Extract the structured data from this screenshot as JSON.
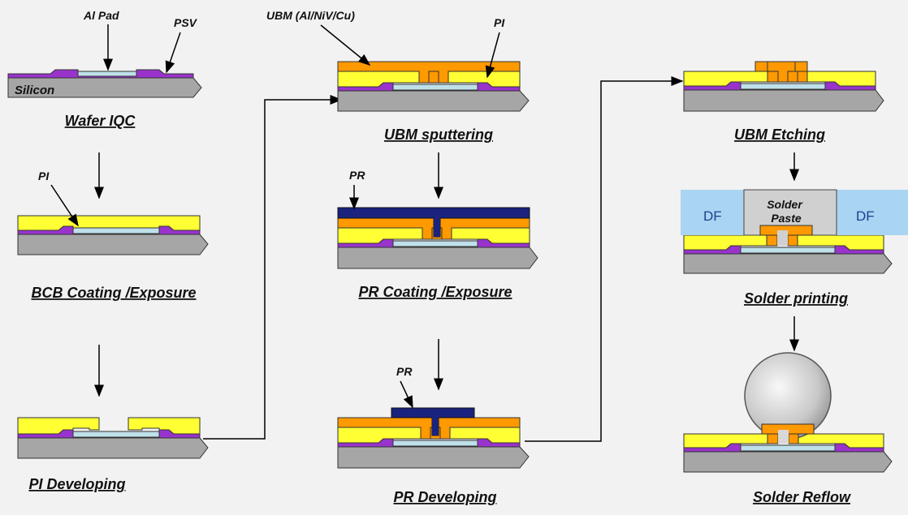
{
  "steps": {
    "wafer_iqc": "Wafer IQC",
    "bcb_coating": "BCB Coating /Exposure",
    "pi_developing": "PI Developing",
    "ubm_sputtering": "UBM sputtering",
    "pr_coating": "PR Coating /Exposure",
    "pr_developing": "PR Developing",
    "ubm_etching": "UBM Etching",
    "solder_printing": "Solder printing",
    "solder_reflow": "Solder Reflow"
  },
  "labels": {
    "al_pad": "Al Pad",
    "psv": "PSV",
    "silicon": "Silicon",
    "pi_1": "PI",
    "ubm": "UBM (Al/NiV/Cu)",
    "pi_2": "PI",
    "pr_1": "PR",
    "pr_2": "PR",
    "solder_paste_line1": "Solder",
    "solder_paste_line2": "Paste",
    "df_left": "DF",
    "df_right": "DF"
  },
  "colors": {
    "background": "#f2f2f2",
    "silicon": "#a6a6a6",
    "passivation": "#9933cc",
    "al_pad": "#bfe0ea",
    "pi": "#ffff33",
    "ubm": "#ff9900",
    "pr": "#1a237e",
    "dry_film": "#a9d4f2",
    "solder_paste": "#d0d0d0"
  }
}
